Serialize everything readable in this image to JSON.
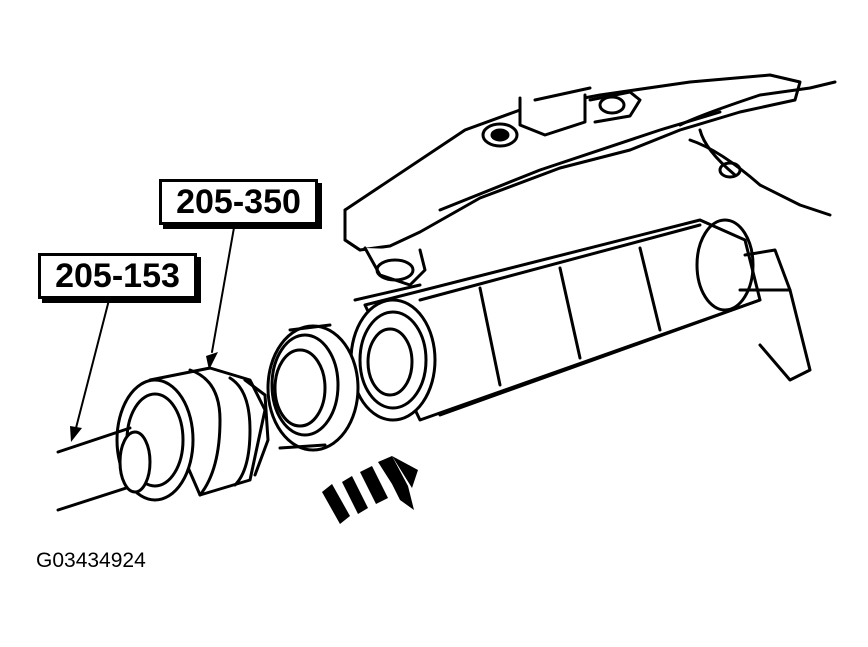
{
  "figure": {
    "callouts": {
      "tool_a": "205-350",
      "tool_b": "205-153"
    },
    "figure_id": "G03434924",
    "line_color": "#000000",
    "background": "#ffffff"
  }
}
